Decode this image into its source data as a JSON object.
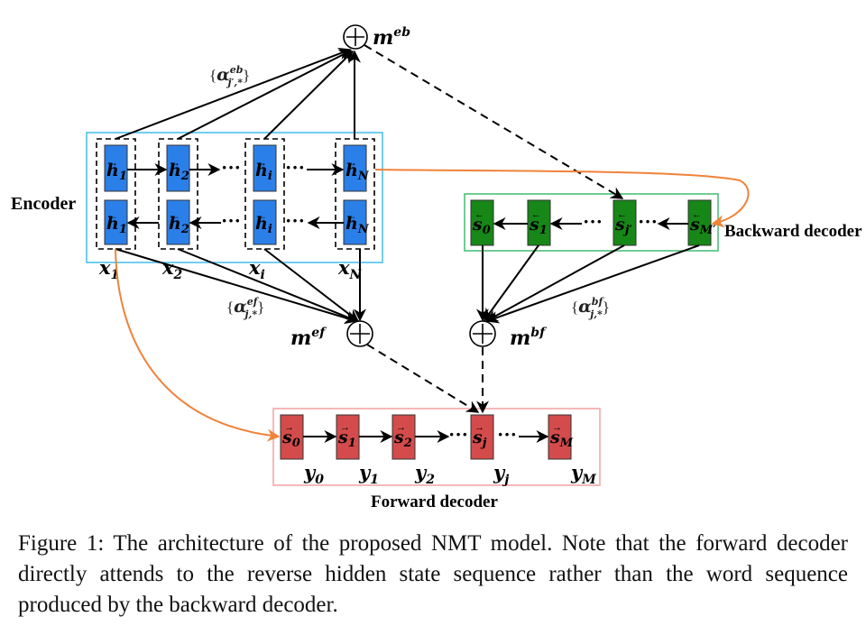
{
  "colors": {
    "encoder_cell": "#2b7fe8",
    "encoder_frame": "#4cc2ea",
    "backward_cell": "#178717",
    "backward_frame": "#4cc07a",
    "forward_cell": "#d44b4b",
    "forward_frame": "#f4a6a6",
    "context_link": "#f0823a"
  },
  "labels": {
    "encoder": "Encoder",
    "backward_decoder": "Backward decoder",
    "forward_decoder": "Forward decoder"
  },
  "context_vectors": {
    "m_eb": {
      "base": "m",
      "sup": "eb"
    },
    "m_ef": {
      "base": "m",
      "sup": "ef"
    },
    "m_bf": {
      "base": "m",
      "sup": "bf"
    }
  },
  "attention_weights": {
    "alpha_eb": {
      "open": "{",
      "base": "α",
      "sup": "eb",
      "sub": "j′,*",
      "close": "}"
    },
    "alpha_ef": {
      "open": "{",
      "base": "α",
      "sup": "ef",
      "sub": "j,*",
      "close": "}"
    },
    "alpha_bf": {
      "open": "{",
      "base": "α",
      "sup": "bf",
      "sub": "j,*",
      "close": "}"
    }
  },
  "encoder": {
    "columns": [
      {
        "fwd": "h",
        "fwd_sub": "1",
        "bwd": "h",
        "bwd_sub": "1",
        "input": "x",
        "input_sub": "1"
      },
      {
        "fwd": "h",
        "fwd_sub": "2",
        "bwd": "h",
        "bwd_sub": "2",
        "input": "x",
        "input_sub": "2"
      },
      {
        "fwd": "h",
        "fwd_sub": "i",
        "bwd": "h",
        "bwd_sub": "i",
        "input": "x",
        "input_sub": "i"
      },
      {
        "fwd": "h",
        "fwd_sub": "N",
        "bwd": "h",
        "bwd_sub": "N",
        "input": "x",
        "input_sub": "N"
      }
    ],
    "fwd_arrow": "→",
    "bwd_arrow": "←"
  },
  "backward_decoder": {
    "cells": [
      {
        "base": "s",
        "sub": "0"
      },
      {
        "base": "s",
        "sub": "1"
      },
      {
        "base": "s",
        "sub": "j′"
      },
      {
        "base": "s",
        "sub": "M′"
      }
    ],
    "arrow": "←"
  },
  "forward_decoder": {
    "cells": [
      {
        "base": "s",
        "sub": "0",
        "output": "y",
        "output_sub": "0"
      },
      {
        "base": "s",
        "sub": "1",
        "output": "y",
        "output_sub": "1"
      },
      {
        "base": "s",
        "sub": "2",
        "output": "y",
        "output_sub": "2"
      },
      {
        "base": "s",
        "sub": "j",
        "output": "y",
        "output_sub": "j"
      },
      {
        "base": "s",
        "sub": "M",
        "output": "y",
        "output_sub": "M"
      }
    ],
    "arrow": "→"
  },
  "ellipsis": "···",
  "plus_symbol": "+",
  "caption": "Figure 1:  The architecture of the proposed NMT model. Note that the forward decoder directly attends to the reverse hidden state sequence rather than the word sequence produced by the backward decoder."
}
